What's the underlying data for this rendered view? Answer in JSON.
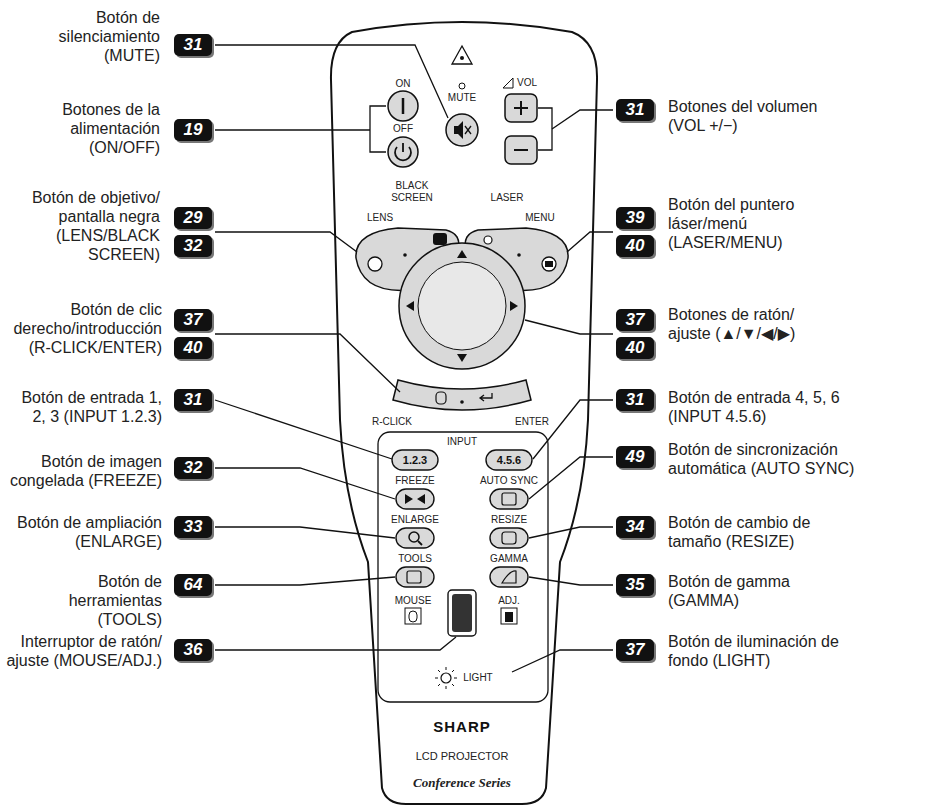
{
  "diagram": {
    "labels": [
      "Botón de silenciamiento (MUTE)",
      "31",
      "Botones de la alimentación (ON/OFF)",
      "19",
      "Botón de objetivo/ pantalla negra (LENS/BLACK SCREEN)",
      "29",
      "32",
      "Botón de clic derecho/introducción (R-CLICK/ENTER)",
      "37",
      "40",
      "Botón de entrada 1, 2, 3 (INPUT 1.2.3)",
      "31",
      "Botón de imagen congelada (FREEZE)",
      "32",
      "Botón de ampliación (ENLARGE)",
      "33",
      "Botón de herramientas (TOOLS)",
      "64",
      "Interruptor de ratón/ ajuste (MOUSE/ADJ.)",
      "36",
      "31",
      "Botones del volumen (VOL +/−)",
      "39",
      "40",
      "Botón del puntero láser/menú (LASER/MENU)",
      "37",
      "40",
      "Botones de ratón/ ajuste (▲/▼/◀/▶)",
      "31",
      "Botón de entrada 4, 5, 6 (INPUT 4.5.6)",
      "49",
      "Botón de sincronización automática (AUTO SYNC)",
      "34",
      "Botón de cambio de tamaño (RESIZE)",
      "35",
      "Botón de gamma (GAMMA)",
      "37",
      "Botón de iluminación de fondo (LIGHT)",
      "ON",
      "OFF",
      "MUTE",
      "VOL",
      "BLACK SCREEN",
      "LASER",
      "LENS",
      "MENU",
      "R-CLICK",
      "ENTER",
      "INPUT",
      "1.2.3",
      "4.5.6",
      "FREEZE",
      "AUTO SYNC",
      "ENLARGE",
      "RESIZE",
      "TOOLS",
      "GAMMA",
      "MOUSE",
      "ADJ.",
      "LIGHT",
      "SHARP",
      "LCD PROJECTOR",
      "Conference Series"
    ]
  }
}
